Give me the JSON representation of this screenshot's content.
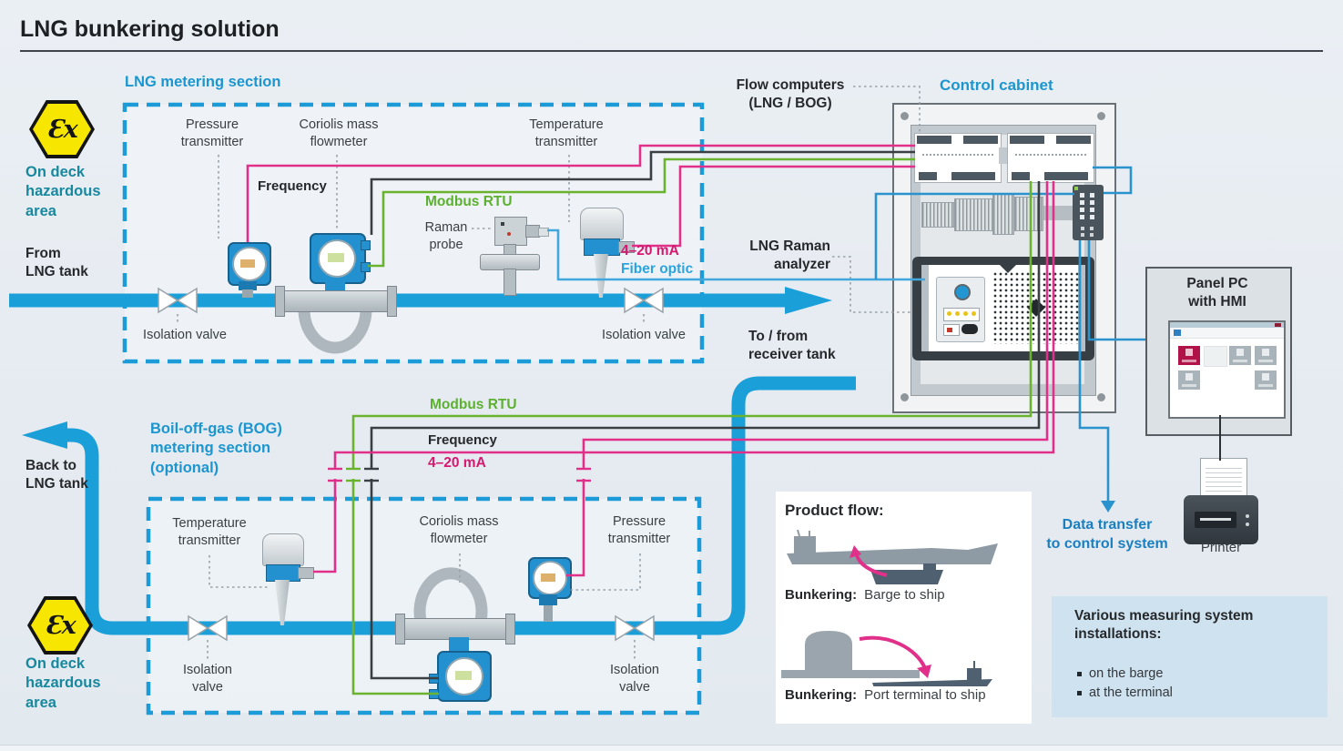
{
  "title": "LNG bunkering solution",
  "badges": {
    "ex": "Ɛx"
  },
  "left_column": {
    "hazard_top": "On deck\nhazardous\narea",
    "from_lng_tank": "From\nLNG tank",
    "back_to_lng_tank": "Back to\nLNG tank",
    "hazard_bottom": "On deck\nhazardous\narea"
  },
  "lng_section": {
    "title": "LNG metering section",
    "pressure_transmitter": "Pressure\ntransmitter",
    "coriolis_flowmeter": "Coriolis mass\nflowmeter",
    "temperature_transmitter": "Temperature\ntransmitter",
    "frequency": "Frequency",
    "modbus": "Modbus RTU",
    "raman_probe": "Raman\nprobe",
    "current_loop": "4–20 mA",
    "fiber_optic": "Fiber optic",
    "isolation_valve_left": "Isolation valve",
    "isolation_valve_right": "Isolation valve"
  },
  "bog_section": {
    "title": "Boil-off-gas (BOG)\nmetering section\n(optional)",
    "temperature_transmitter": "Temperature\ntransmitter",
    "coriolis_flowmeter": "Coriolis mass\nflowmeter",
    "pressure_transmitter": "Pressure\ntransmitter",
    "modbus": "Modbus RTU",
    "frequency": "Frequency",
    "current_loop": "4–20 mA",
    "isolation_valve_left": "Isolation\nvalve",
    "isolation_valve_right": "Isolation\nvalve"
  },
  "cabinet": {
    "flow_computers": "Flow computers\n(LNG / BOG)",
    "title": "Control cabinet",
    "raman_analyzer": "LNG Raman\nanalyzer"
  },
  "flow_labels": {
    "to_from_receiver_tank": "To / from\nreceiver tank"
  },
  "outputs": {
    "panel_pc": "Panel PC\nwith HMI",
    "printer": "Printer",
    "data_transfer": "Data transfer\nto control system"
  },
  "product_flow": {
    "heading": "Product flow:",
    "row1_label": "Bunkering:",
    "row1_value": "Barge to ship",
    "row2_label": "Bunkering:",
    "row2_value": "Port terminal to ship"
  },
  "installations": {
    "heading": "Various measuring system\ninstallations:",
    "items": [
      "on the barge",
      "at the terminal"
    ]
  },
  "colors": {
    "pipe_blue": "#1b9cd8",
    "section_blue": "#1b96cf",
    "hazard_teal": "#18889f",
    "signal_magenta": "#e1308a",
    "signal_green": "#6ab32e",
    "signal_black": "#3a3f44",
    "fiber_blue": "#41a7dc",
    "data_blue": "#1a7fc0",
    "ex_yellow": "#f7e600",
    "hmi_crimson": "#b01347"
  }
}
